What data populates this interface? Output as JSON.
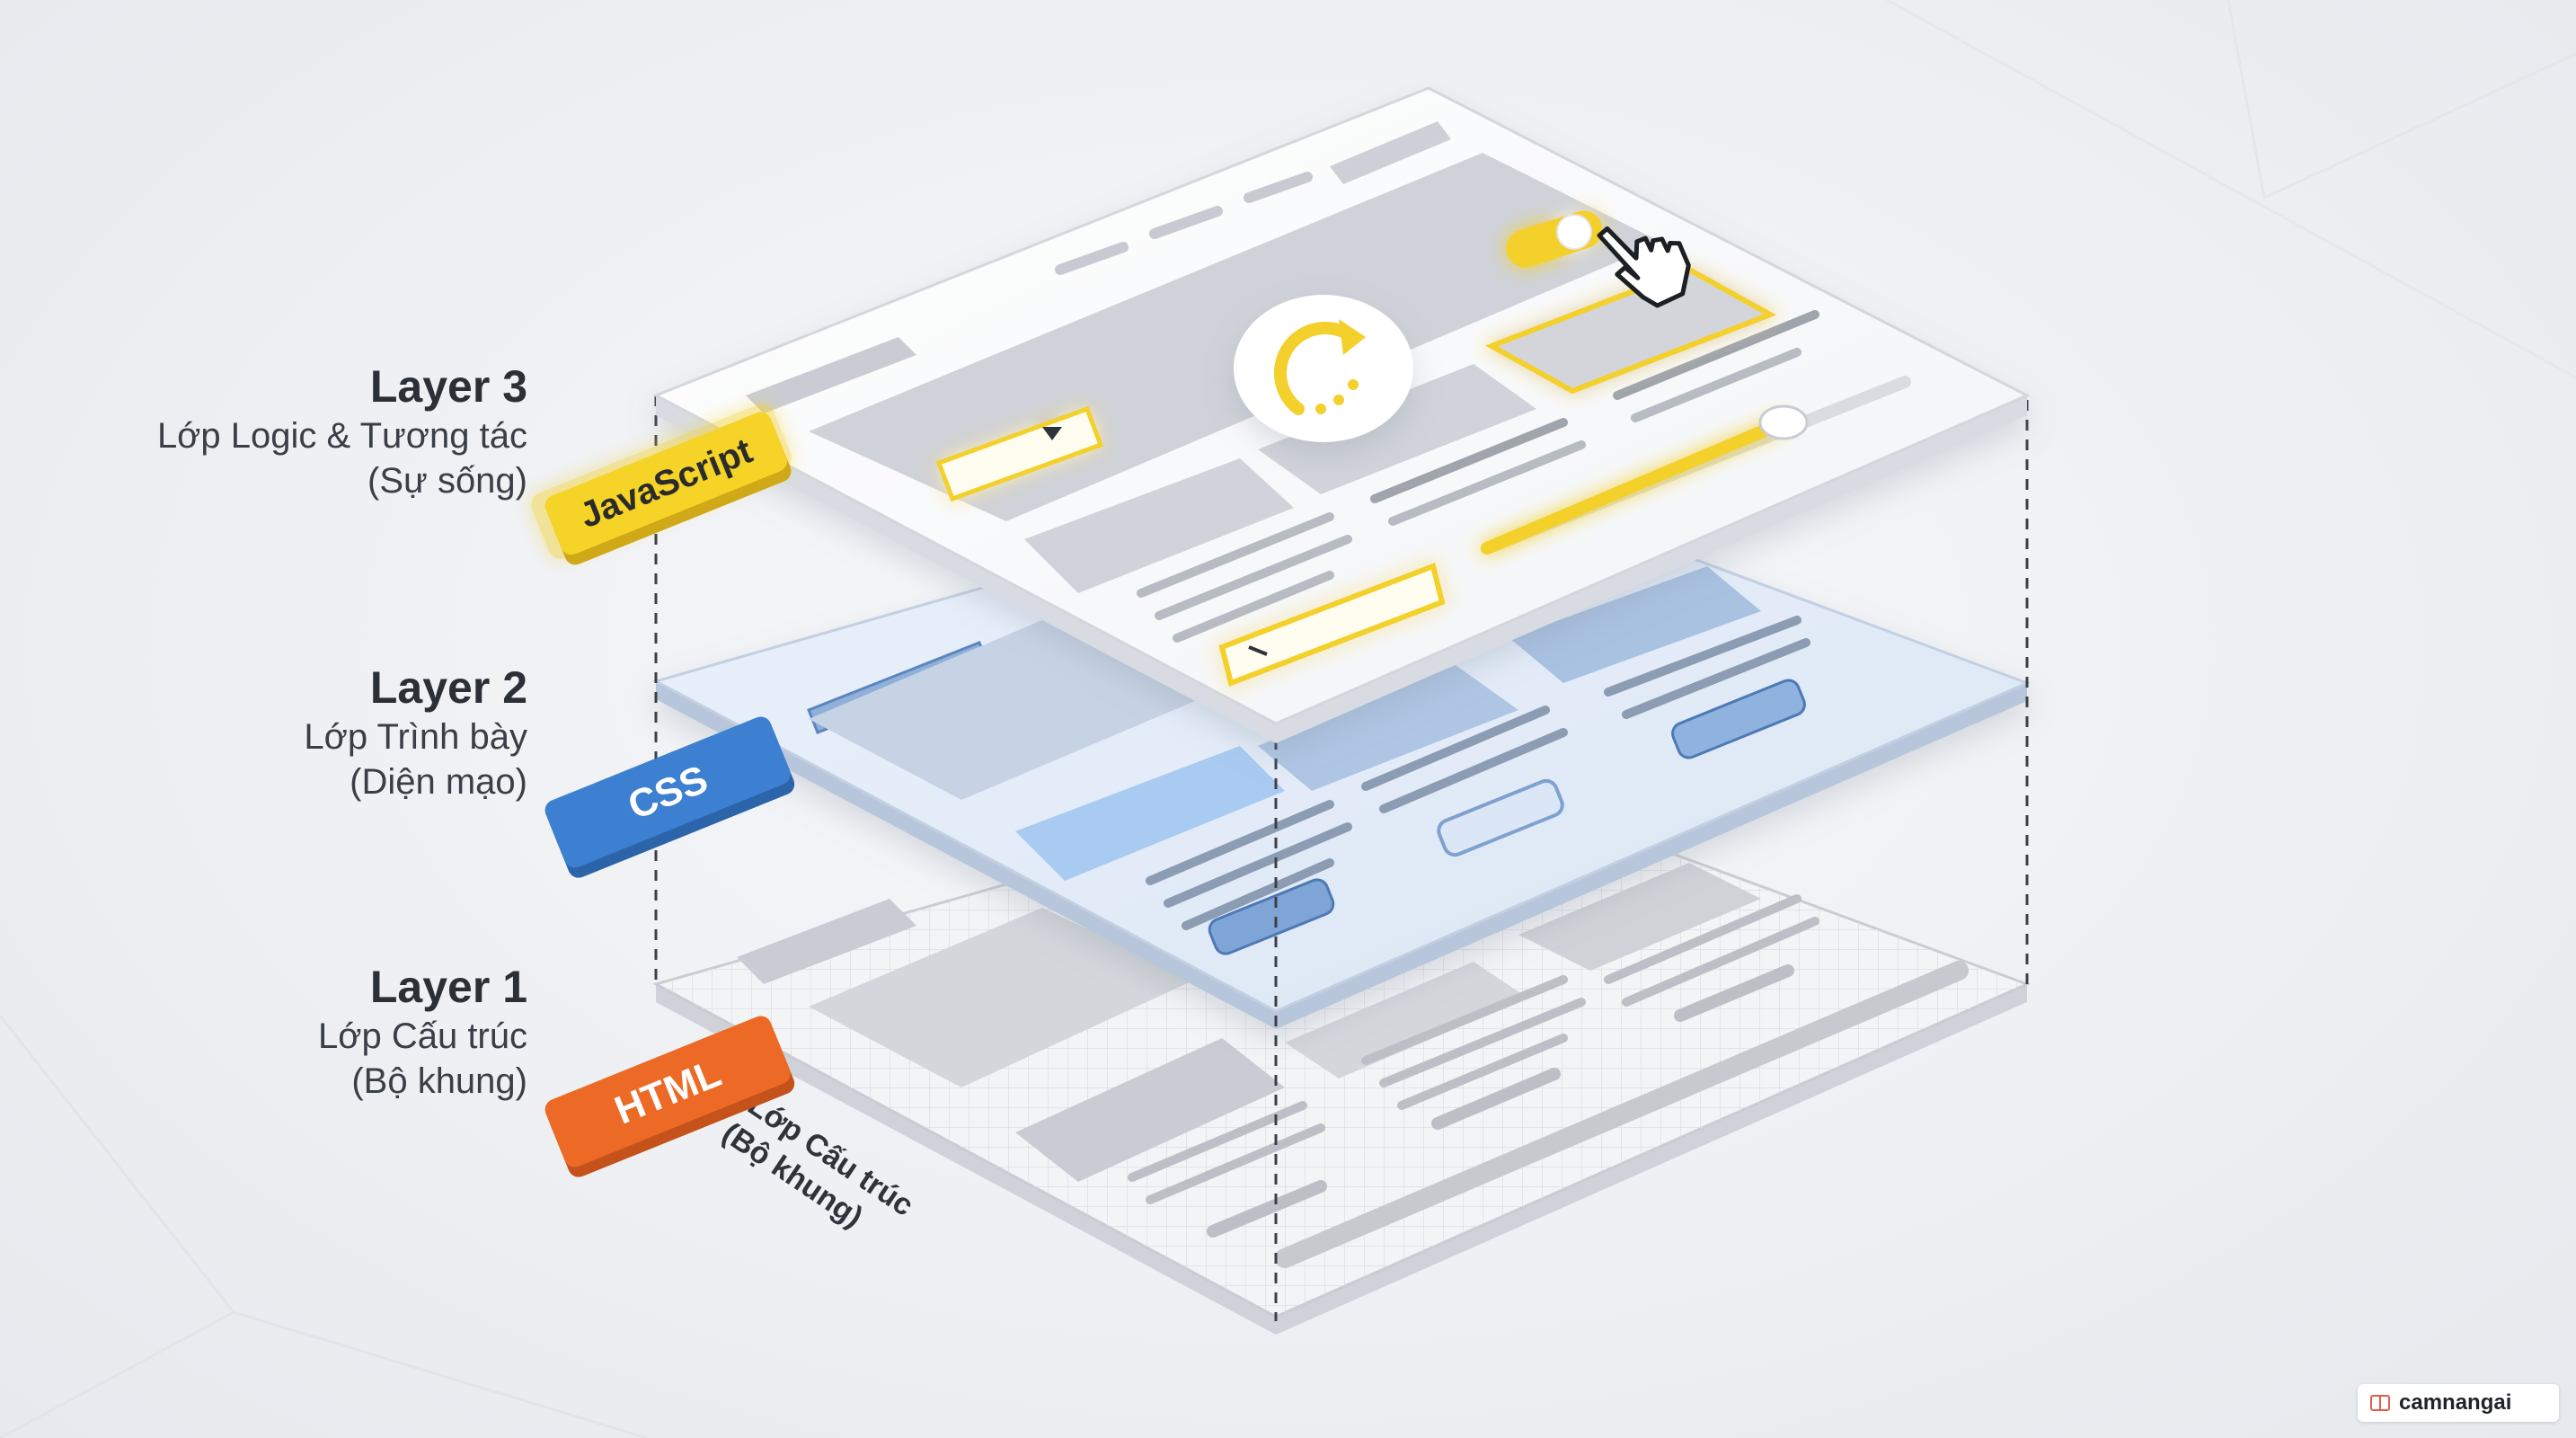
{
  "layers": [
    {
      "title": "Layer 3",
      "desc_line1": "Lớp Logic & Tương tác",
      "desc_line2": "(Sự sống)",
      "tag": "JavaScript"
    },
    {
      "title": "Layer 2",
      "desc_line1": "Lớp Trình bày",
      "desc_line2": "(Diện mạo)",
      "tag": "CSS"
    },
    {
      "title": "Layer 1",
      "desc_line1": "Lớp Cấu trúc",
      "desc_line2": "(Bộ khung)",
      "tag": "HTML"
    }
  ],
  "floor_caption": {
    "line1": "Lớp Cấu trúc",
    "line2": "(Bộ khung)"
  },
  "watermark": "camnangai",
  "colors": {
    "javascript": "#f5d327",
    "css": "#3d7fd0",
    "html": "#ec6a25",
    "accent_yellow": "#f3d02c"
  },
  "icons": {
    "refresh": "refresh-icon",
    "cursor": "hand-pointer-icon"
  }
}
